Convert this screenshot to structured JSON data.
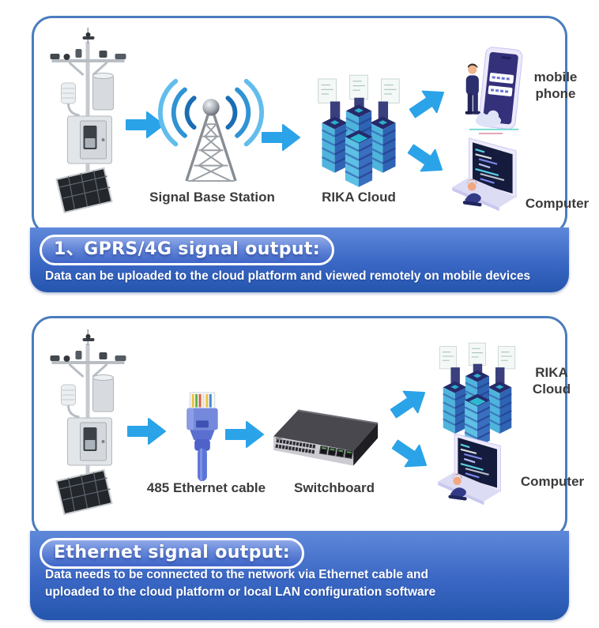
{
  "colors": {
    "panel_border": "#4a7cbe",
    "band_gradient_top": "#5f88da",
    "band_gradient_bottom": "#2456ad",
    "pill_gradient_top": "#90a9e8",
    "pill_gradient_bottom": "#3f66c8",
    "arrow_blue": "#2ba3e8",
    "label_text": "#3b3b3b",
    "banner_text": "#ffffff"
  },
  "icons": [
    "weather-station-icon",
    "arrow-right-icon",
    "signal-tower-icon",
    "rika-cloud-icon",
    "arrow-up-right-icon",
    "arrow-down-right-icon",
    "mobile-phone-icon",
    "computer-icon",
    "ethernet-cable-icon",
    "network-switch-icon"
  ],
  "section_gprs": {
    "diagram": {
      "station_label": "Signal Base Station",
      "cloud_label": "RIKA Cloud",
      "mobile_label": "mobile phone",
      "computer_label": "Computer"
    },
    "banner": {
      "pill": "1、GPRS/4G signal output:",
      "description": "Data can be uploaded to the cloud platform and viewed remotely on mobile devices"
    }
  },
  "section_ethernet": {
    "diagram": {
      "cable_label": "485 Ethernet cable",
      "switch_label": "Switchboard",
      "cloud_label": "RIKA Cloud",
      "computer_label": "Computer"
    },
    "banner": {
      "pill": "Ethernet signal output:",
      "description_line1": "Data needs to be connected to the network via Ethernet cable and",
      "description_line2": "uploaded to the cloud platform or local LAN configuration software"
    }
  }
}
